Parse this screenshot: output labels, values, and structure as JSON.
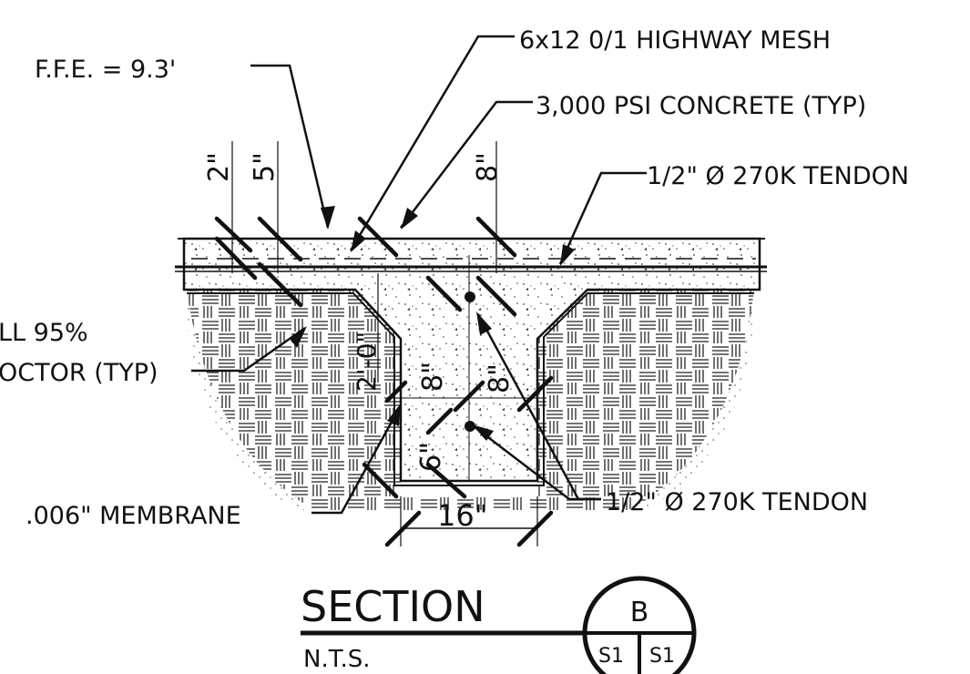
{
  "labels": {
    "ffe": "F.F.E. = 9.3'",
    "mesh": "6x12 0/1 HIGHWAY MESH",
    "concrete": "3,000 PSI CONCRETE (TYP)",
    "tendon_top": "1/2\" Ø 270K TENDON",
    "fill_line1": "LL 95%",
    "fill_line2": "OCTOR (TYP)",
    "membrane": ".006\" MEMBRANE",
    "tendon_bottom": "1/2\" Ø 270K TENDON"
  },
  "dimensions": {
    "d2": "2\"",
    "d5": "5\"",
    "d8_top": "8\"",
    "d24": "2'-0\"",
    "d8a": "8\"",
    "d8b": "8\"",
    "d6": "6\"",
    "d16": "16\""
  },
  "title": {
    "section": "SECTION",
    "scale": "N.T.S.",
    "detail": "B",
    "sheet_left": "S1",
    "sheet_right": "S1"
  }
}
